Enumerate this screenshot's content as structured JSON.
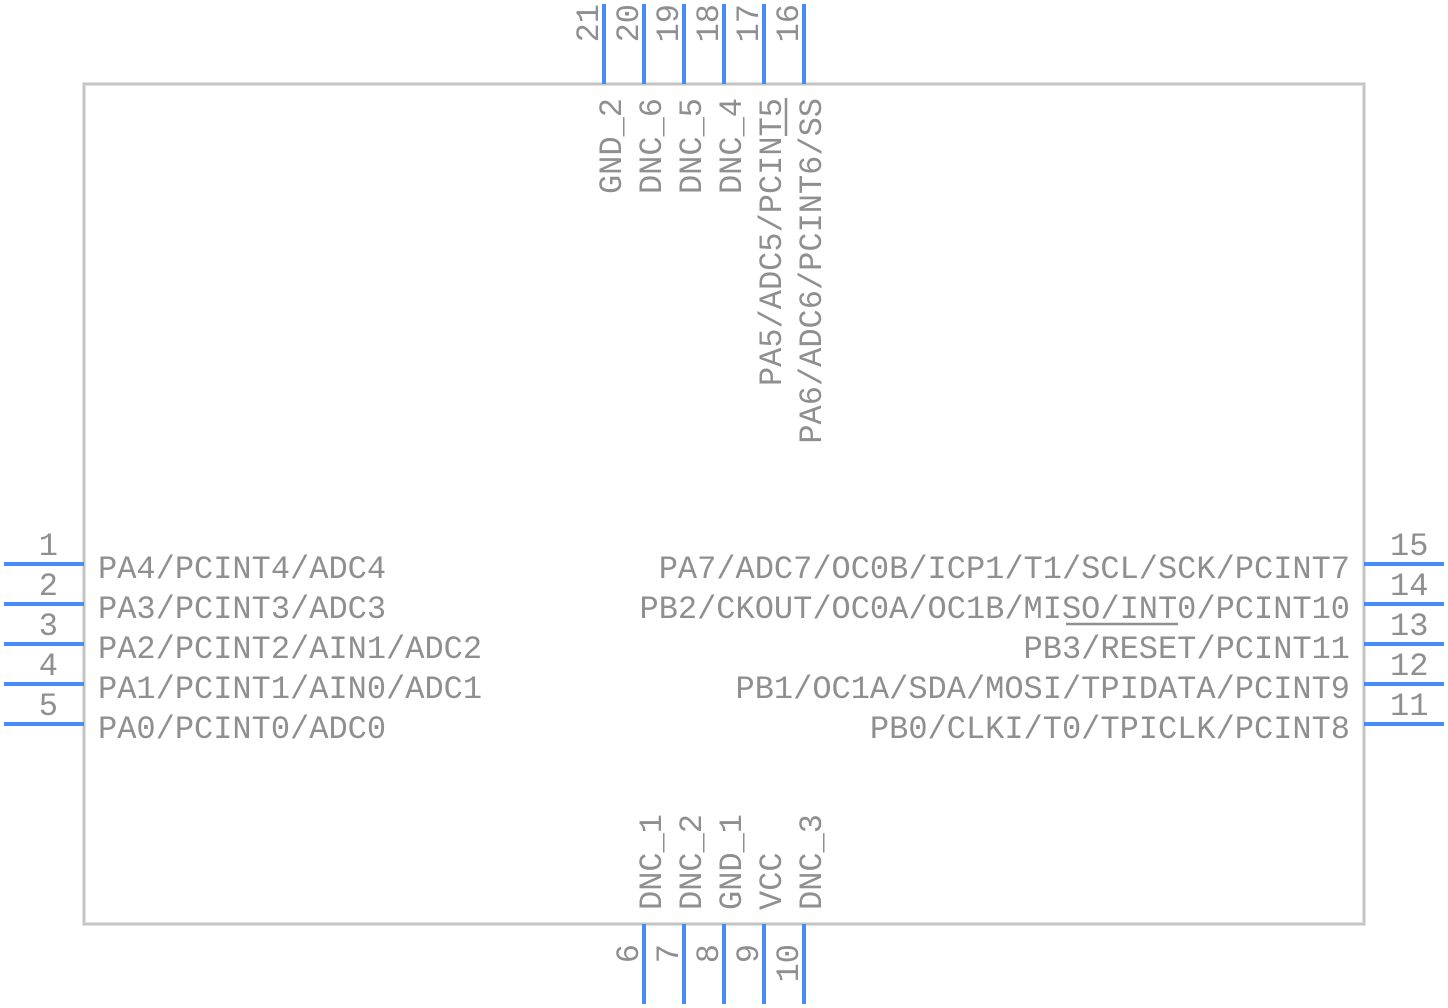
{
  "pins_left": [
    {
      "num": "1",
      "name": "PA4/PCINT4/ADC4"
    },
    {
      "num": "2",
      "name": "PA3/PCINT3/ADC3"
    },
    {
      "num": "3",
      "name": "PA2/PCINT2/AIN1/ADC2"
    },
    {
      "num": "4",
      "name": "PA1/PCINT1/AIN0/ADC1"
    },
    {
      "num": "5",
      "name": "PA0/PCINT0/ADC0"
    }
  ],
  "pins_right": [
    {
      "num": "15",
      "name": "PA7/ADC7/OC0B/ICP1/T1/SCL/SCK/PCINT7"
    },
    {
      "num": "14",
      "name": "PB2/CKOUT/OC0A/OC1B/MISO/INT0/PCINT10"
    },
    {
      "num": "13",
      "name": "PB3/RESET/PCINT11"
    },
    {
      "num": "12",
      "name": "PB1/OC1A/SDA/MOSI/TPIDATA/PCINT9"
    },
    {
      "num": "11",
      "name": "PB0/CLKI/T0/TPICLK/PCINT8"
    }
  ],
  "pins_top": [
    {
      "num": "21",
      "name": "GND_2"
    },
    {
      "num": "20",
      "name": "DNC_6"
    },
    {
      "num": "19",
      "name": "DNC_5"
    },
    {
      "num": "18",
      "name": "DNC_4"
    },
    {
      "num": "17",
      "name": "PA5/ADC5/PCINT5"
    },
    {
      "num": "16",
      "name": "PA6/ADC6/PCINT6/SS"
    }
  ],
  "pins_bottom": [
    {
      "num": "6",
      "name": "DNC_1"
    },
    {
      "num": "7",
      "name": "DNC_2"
    },
    {
      "num": "8",
      "name": "GND_1"
    },
    {
      "num": "9",
      "name": "VCC"
    },
    {
      "num": "10",
      "name": "DNC_3"
    }
  ],
  "colors": {
    "pin": "#4a8cf7",
    "outline": "#c4c4c4",
    "text": "#8f8f8f"
  }
}
